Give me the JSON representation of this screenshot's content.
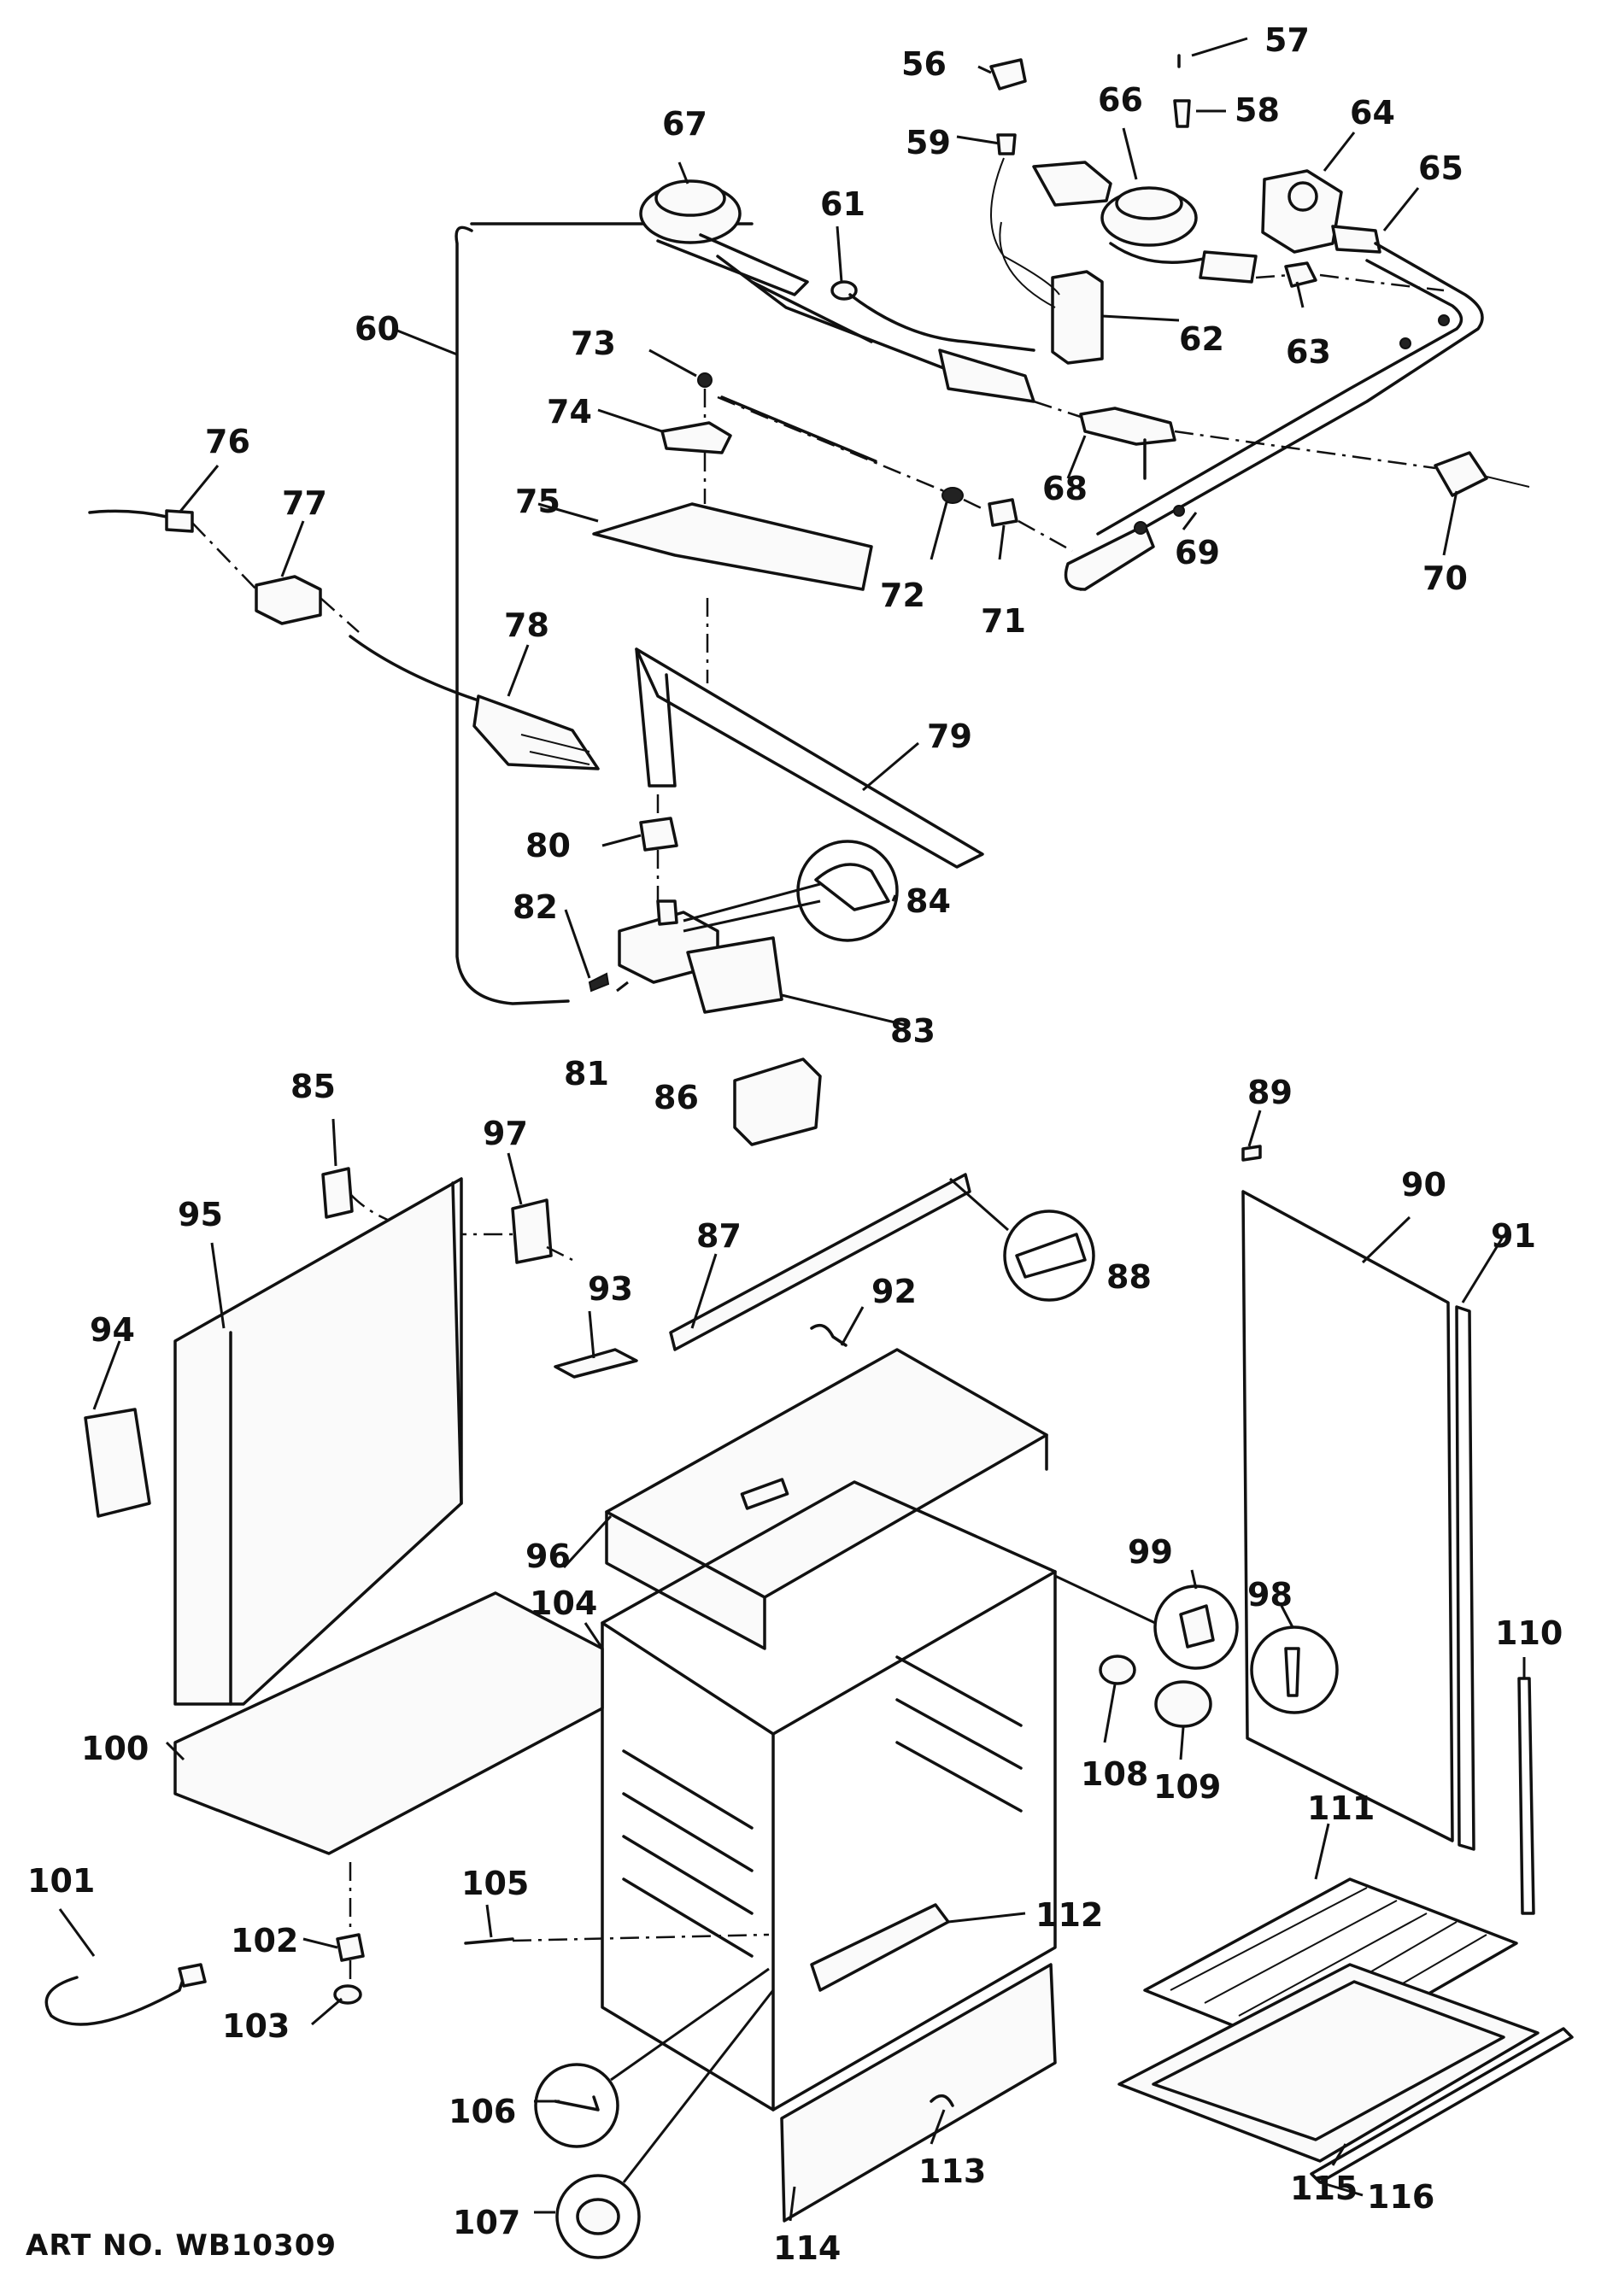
{
  "art_number": "ART NO. WB10309",
  "callouts": {
    "c56": "56",
    "c57": "57",
    "c58": "58",
    "c59": "59",
    "c60": "60",
    "c61": "61",
    "c62": "62",
    "c63": "63",
    "c64": "64",
    "c65": "65",
    "c66": "66",
    "c67": "67",
    "c68": "68",
    "c69": "69",
    "c70": "70",
    "c71": "71",
    "c72": "72",
    "c73": "73",
    "c74": "74",
    "c75": "75",
    "c76": "76",
    "c77": "77",
    "c78": "78",
    "c79": "79",
    "c80": "80",
    "c81": "81",
    "c82": "82",
    "c83": "83",
    "c84": "84",
    "c85": "85",
    "c86": "86",
    "c87": "87",
    "c88": "88",
    "c89": "89",
    "c90": "90",
    "c91": "91",
    "c92": "92",
    "c93": "93",
    "c94": "94",
    "c95": "95",
    "c96": "96",
    "c97": "97",
    "c98": "98",
    "c99": "99",
    "c100": "100",
    "c101": "101",
    "c102": "102",
    "c103": "103",
    "c104": "104",
    "c105": "105",
    "c106": "106",
    "c107": "107",
    "c108": "108",
    "c109": "109",
    "c110": "110",
    "c111": "111",
    "c112": "112",
    "c113": "113",
    "c114": "114",
    "c115": "115",
    "c116": "116"
  }
}
